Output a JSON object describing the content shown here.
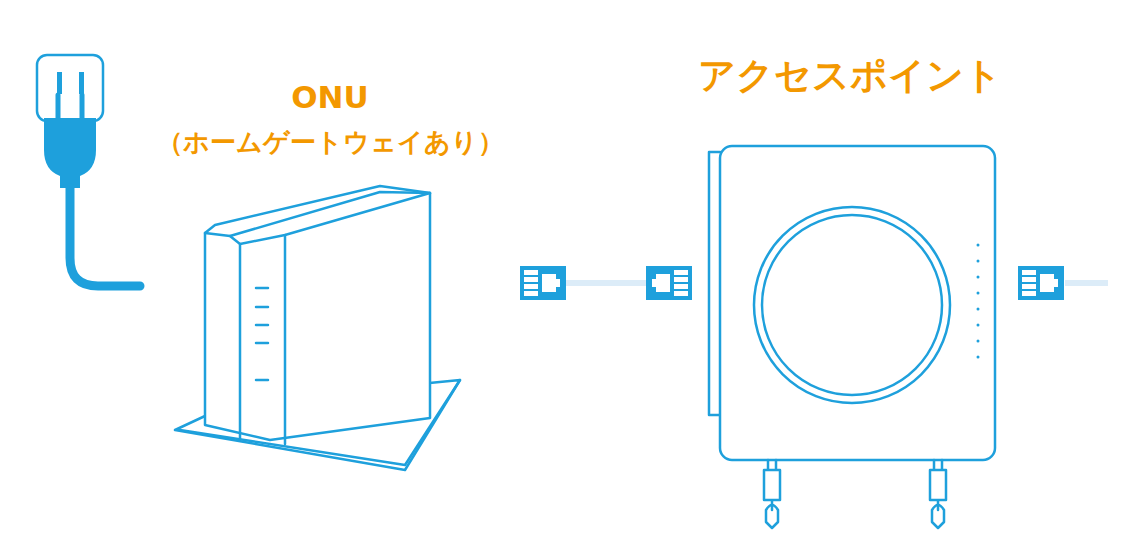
{
  "diagram": {
    "nodes": [
      {
        "text": [
          "ONU",
          "（ホームゲートウェイあり）"
        ]
      },
      {
        "text": [
          "アクセスポイント"
        ]
      }
    ],
    "edges": [
      {
        "from": 0,
        "to": 1,
        "arrow": "none"
      }
    ]
  }
}
